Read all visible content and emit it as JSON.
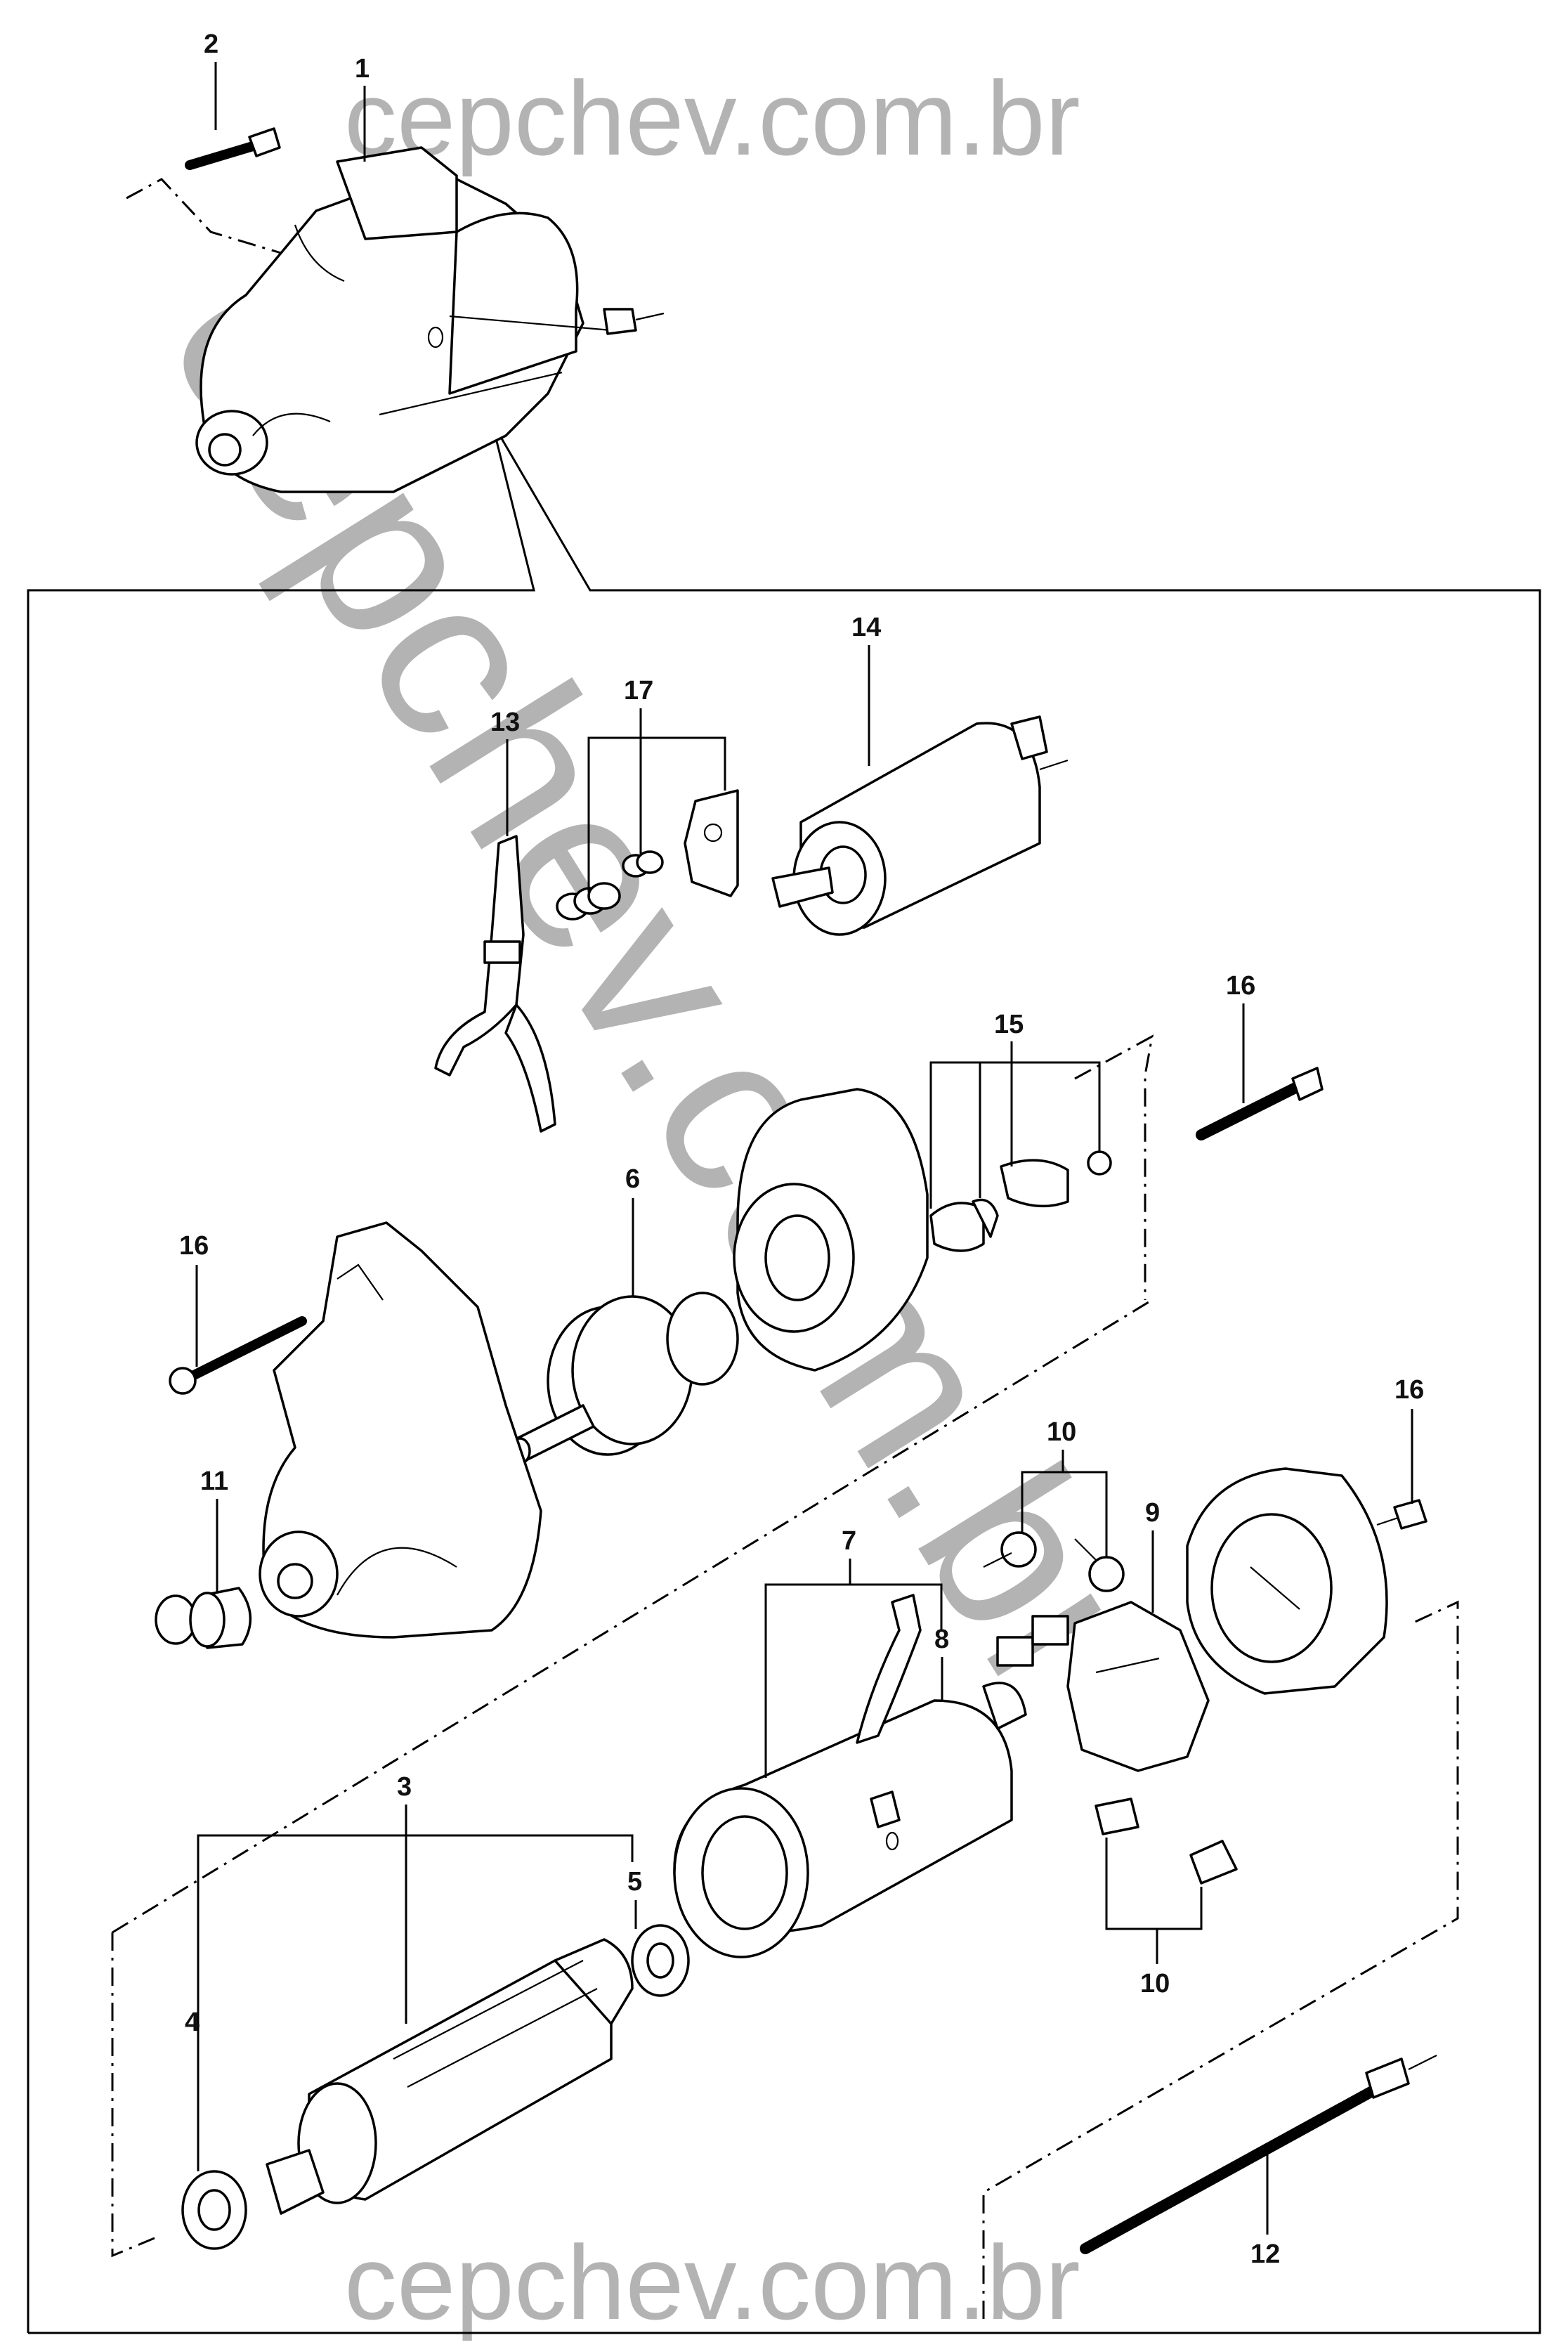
{
  "watermarks": {
    "top": "cepchev.com.br",
    "bottom": "cepchev.com.br",
    "diagonal": "cepchev.com.br"
  },
  "callouts": {
    "c1": "1",
    "c2": "2",
    "c3": "3",
    "c4": "4",
    "c5": "5",
    "c6": "6",
    "c7": "7",
    "c8": "8",
    "c9": "9",
    "c10a": "10",
    "c10b": "10",
    "c11": "11",
    "c12": "12",
    "c13": "13",
    "c14": "14",
    "c15": "15",
    "c16a": "16",
    "c16b": "16",
    "c16c": "16",
    "c17": "17"
  }
}
